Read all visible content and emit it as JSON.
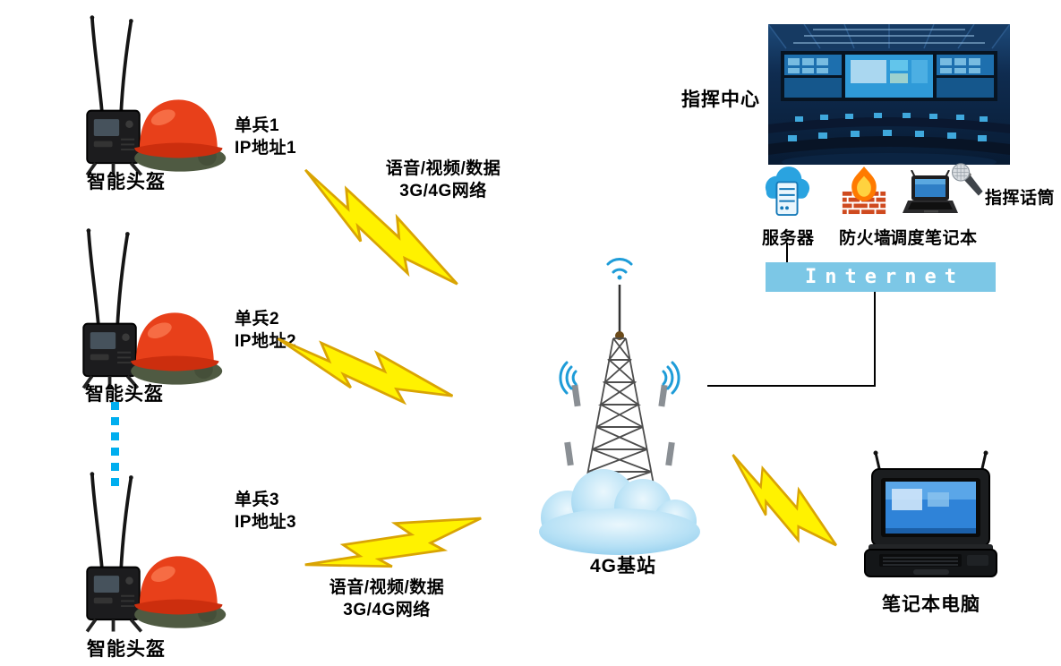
{
  "diagram": {
    "helmet_units": [
      {
        "label": "智能头盔"
      },
      {
        "label": "智能头盔"
      },
      {
        "label": "智能头盔"
      }
    ],
    "soldiers": [
      {
        "name": "单兵1",
        "ip": "IP地址1"
      },
      {
        "name": "单兵2",
        "ip": "IP地址2"
      },
      {
        "name": "单兵3",
        "ip": "IP地址3"
      }
    ],
    "wireless_links": {
      "top": {
        "line1": "语音/视频/数据",
        "line2": "3G/4G网络"
      },
      "bottom": {
        "line1": "语音/视频/数据",
        "line2": "3G/4G网络"
      }
    },
    "base_station": {
      "label": "4G基站"
    },
    "command_center": {
      "label": "指挥中心"
    },
    "equipment": {
      "server_label": "服务器",
      "firewall_label": "防火墙",
      "dispatch_laptop_label": "调度笔记本",
      "microphone_label": "指挥话筒"
    },
    "internet_label": "Internet",
    "field_laptop": {
      "label": "笔记本电脑"
    },
    "colors": {
      "lightning_fill": "#fff200",
      "lightning_stroke": "#d9a404",
      "internet_bar": "#7cc7e6",
      "dotted_link": "#00aeef",
      "wifi": "#1e9cd8",
      "helmet_red": "#e8401a"
    }
  }
}
